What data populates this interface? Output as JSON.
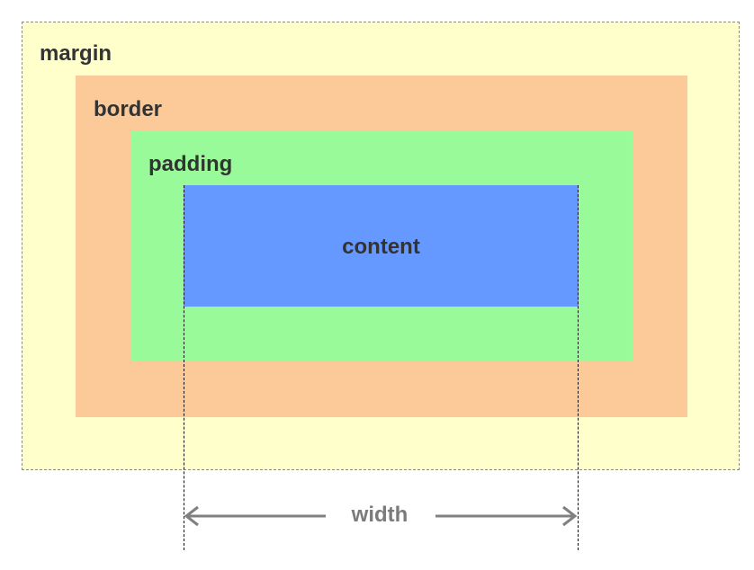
{
  "labels": {
    "margin": "margin",
    "border": "border",
    "padding": "padding",
    "content": "content",
    "width": "width"
  },
  "colors": {
    "margin": "#ffffcc",
    "border": "#fcc998",
    "padding": "#99fa99",
    "content": "#6699ff",
    "label_text": "#333333",
    "width_text": "#7b7b7b",
    "guide_line": "#111111",
    "arrow": "#808080"
  }
}
